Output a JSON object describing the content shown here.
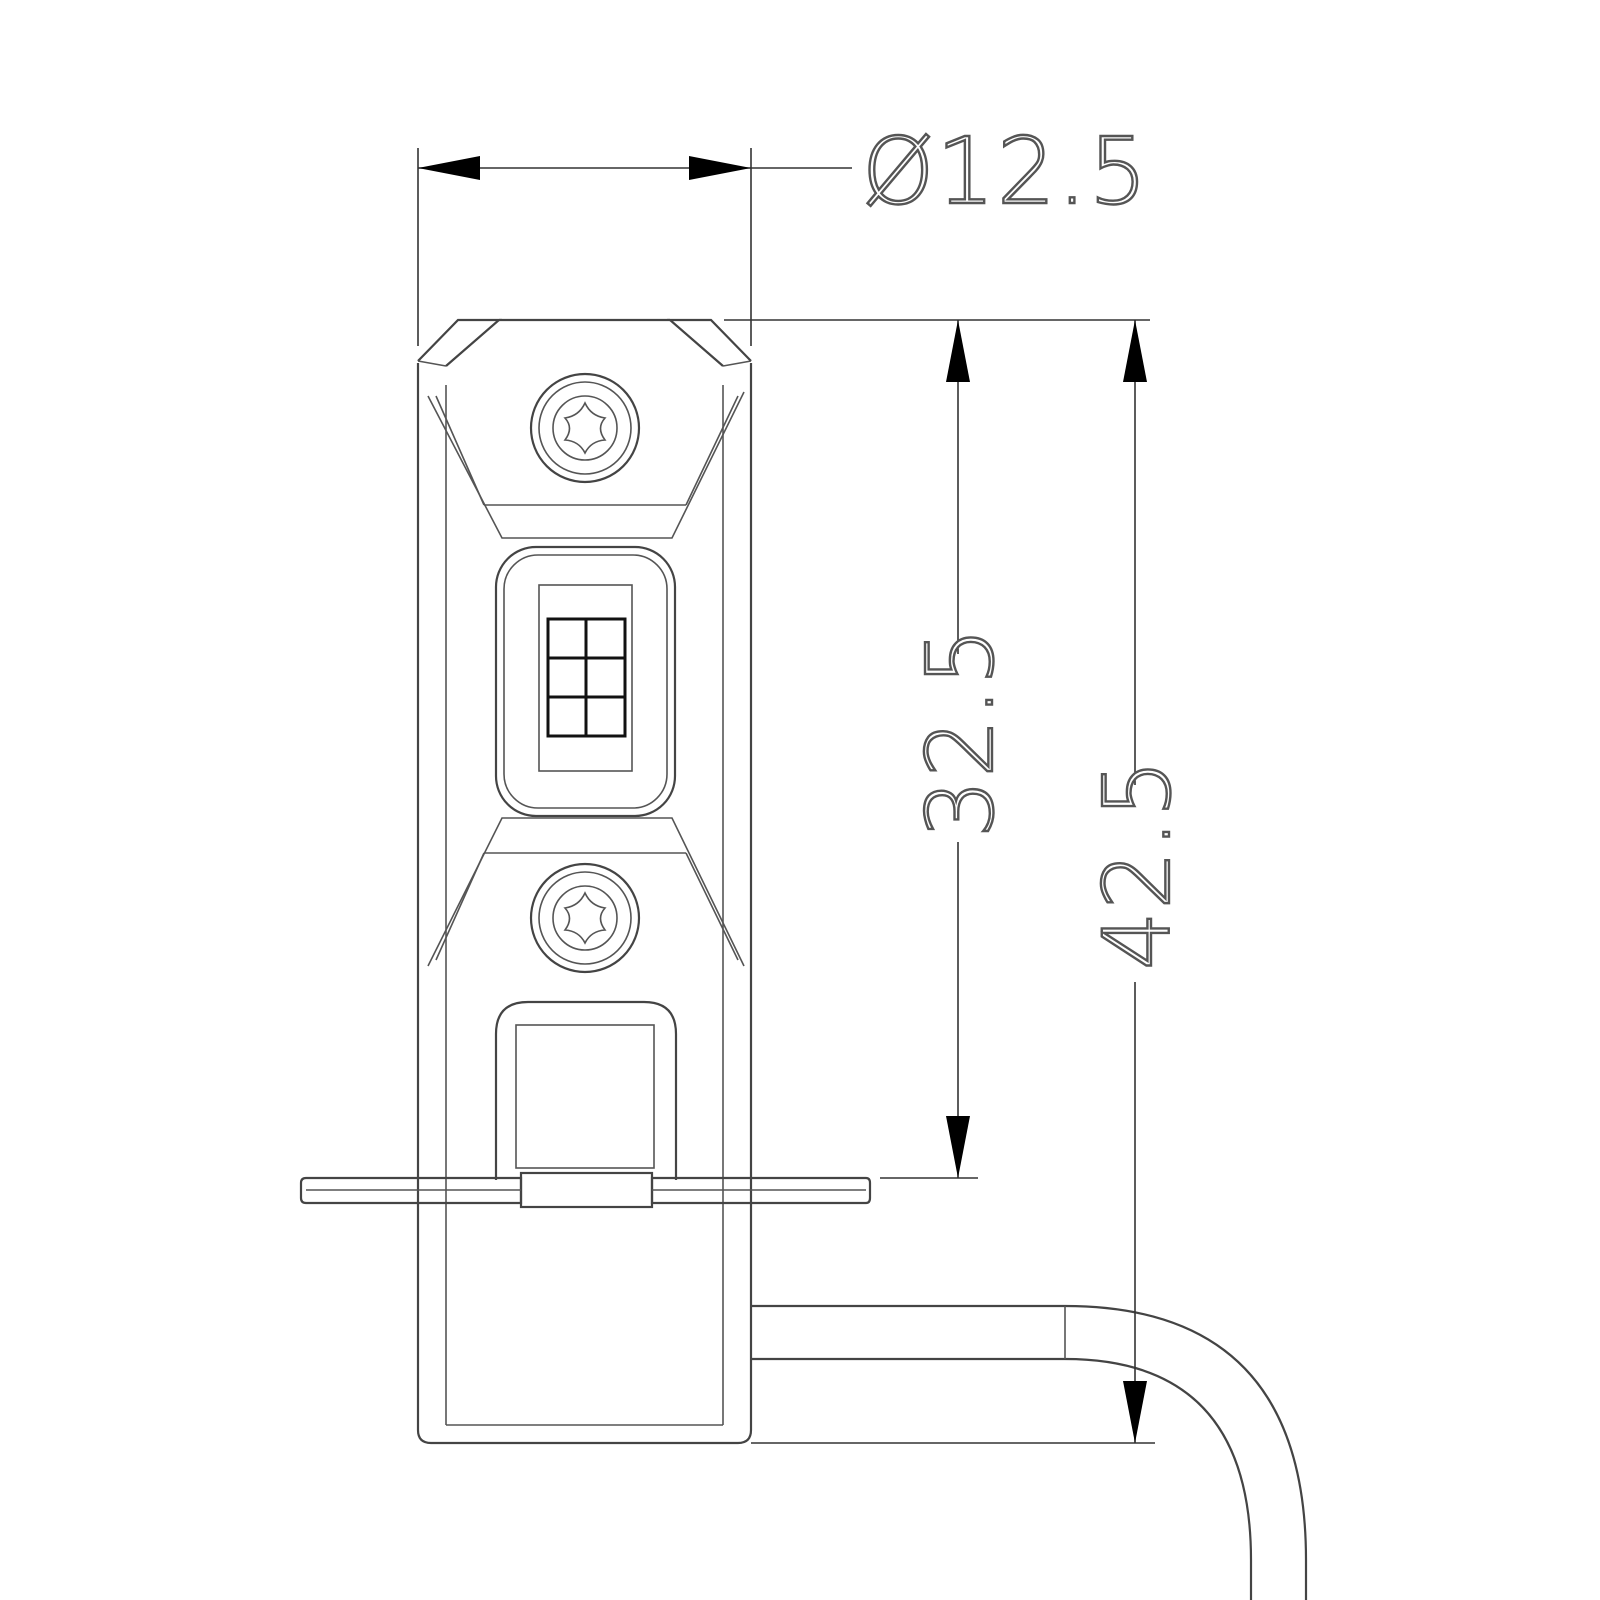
{
  "dimensions": {
    "diameter": "Ø12.5",
    "inner_length": "32.5",
    "overall_length": "42.5"
  },
  "colors": {
    "line": "#444444",
    "arrow": "#000000",
    "background": "#ffffff"
  }
}
